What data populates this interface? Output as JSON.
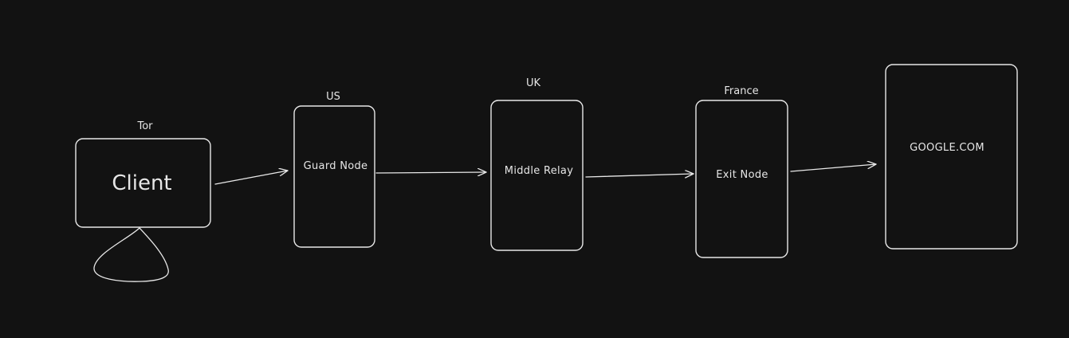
{
  "diagram": {
    "nodes": {
      "client": {
        "label": "Client",
        "caption": "Tor"
      },
      "guard": {
        "label": "Guard Node",
        "caption": "US"
      },
      "middle": {
        "label": "Middle Relay",
        "caption": "UK"
      },
      "exit": {
        "label": "Exit Node",
        "caption": "France"
      },
      "destination": {
        "label": "GOOGLE.COM"
      }
    }
  },
  "colors": {
    "background": "#121212",
    "stroke": "#e8e8e8",
    "text": "#e6e6e6"
  }
}
